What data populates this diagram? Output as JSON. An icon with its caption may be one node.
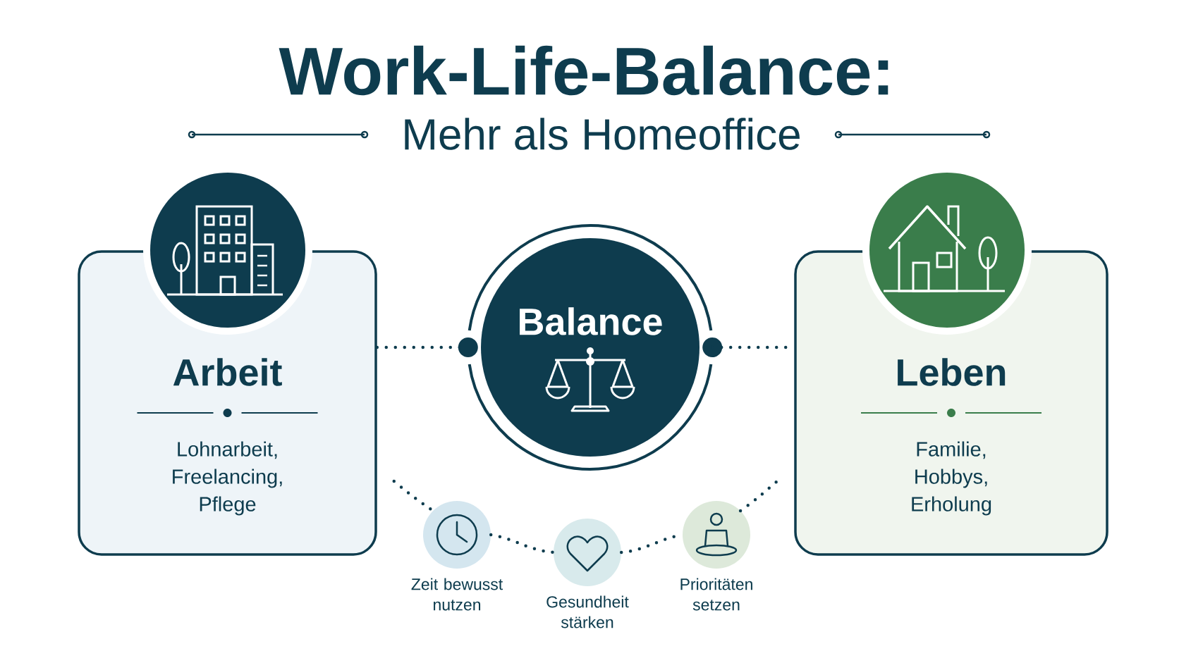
{
  "diagram": {
    "title": "Work-Life-Balance:",
    "nodes": [
      {
        "text": [
          "Arbeit",
          "Lohnarbeit, Freelancing, Pflege"
        ]
      },
      {
        "text": [
          "Balance"
        ]
      },
      {
        "text": [
          "Leben",
          "Familie, Hobbys, Erholung"
        ]
      },
      {
        "text": [],
        "shape": "circle",
        "beside": [
          "Zeit bewusst nutzen"
        ]
      },
      {
        "text": [],
        "shape": "circle",
        "beside": [
          "Gesundheit stärken"
        ]
      },
      {
        "text": [],
        "shape": "circle",
        "beside": [
          "Prioritäten setzen"
        ]
      }
    ],
    "edges": [
      {
        "from": 0,
        "to": 1,
        "arrow": "none"
      },
      {
        "from": 1,
        "to": 2,
        "arrow": "none"
      },
      {
        "from": 0,
        "to": 3,
        "arrow": "none"
      },
      {
        "from": 3,
        "to": 4,
        "arrow": "none"
      },
      {
        "from": 4,
        "to": 5,
        "arrow": "none"
      },
      {
        "from": 5,
        "to": 2,
        "arrow": "none"
      }
    ],
    "labels": [
      "Mehr als Homeoffice"
    ]
  }
}
